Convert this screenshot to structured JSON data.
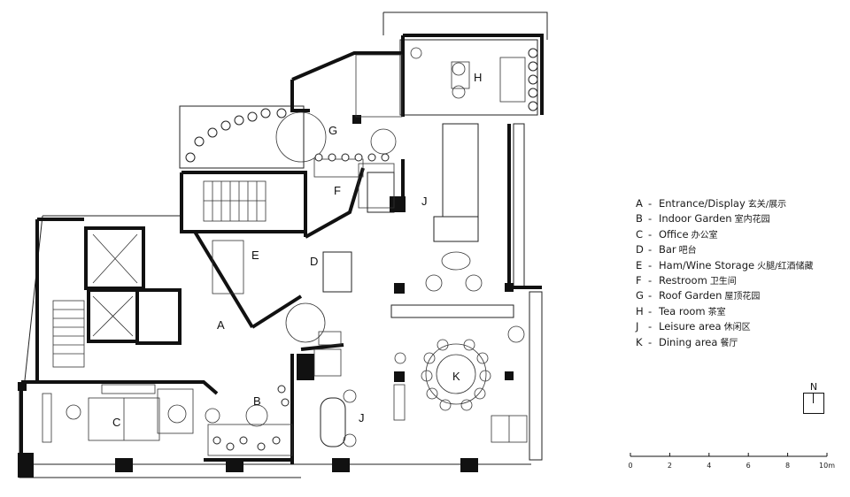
{
  "rooms": {
    "A": "A",
    "B": "B",
    "C": "C",
    "D": "D",
    "E": "E",
    "F": "F",
    "G": "G",
    "H": "H",
    "J1": "J",
    "J2": "J",
    "K": "K"
  },
  "legend": [
    {
      "letter": "A",
      "name": "Entrance/Display",
      "zh": "玄关/展示"
    },
    {
      "letter": "B",
      "name": "Indoor Garden",
      "zh": "室内花园"
    },
    {
      "letter": "C",
      "name": "Office",
      "zh": "办公室"
    },
    {
      "letter": "D",
      "name": "Bar",
      "zh": "吧台"
    },
    {
      "letter": "E",
      "name": "Ham/Wine Storage",
      "zh": "火腿/红酒储藏"
    },
    {
      "letter": "F",
      "name": "Restroom",
      "zh": "卫生间"
    },
    {
      "letter": "G",
      "name": "Roof Garden",
      "zh": "屋顶花园"
    },
    {
      "letter": "H",
      "name": "Tea room",
      "zh": "茶室"
    },
    {
      "letter": "J",
      "name": "Leisure area",
      "zh": "休闲区"
    },
    {
      "letter": "K",
      "name": "Dining area",
      "zh": "餐厅"
    }
  ],
  "legend_dash": "-",
  "north": "N",
  "scale": {
    "ticks": [
      "0",
      "2",
      "4",
      "6",
      "8",
      "10m"
    ]
  }
}
